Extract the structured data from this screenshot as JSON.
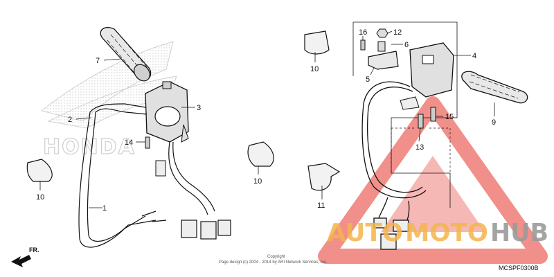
{
  "callouts": {
    "c1": "1",
    "c2": "2",
    "c3": "3",
    "c4": "4",
    "c5": "5",
    "c6": "6",
    "c7": "7",
    "c9": "9",
    "c10a": "10",
    "c10b": "10",
    "c10c": "10",
    "c11": "11",
    "c12": "12",
    "c13": "13",
    "c14": "14",
    "c15": "15",
    "c16": "16"
  },
  "direction": "FR.",
  "copyright_line1": "Copyright",
  "copyright_line2": "Page design (c) 2004 - 2014 by ARI Network Services, Inc.",
  "part_code": "MCSPF0300B",
  "watermark": {
    "part1": "AUTO",
    "part2": "MOTO",
    "part3": "HUB"
  },
  "background_brand": "HONDA",
  "colors": {
    "watermark_red": "#e5332a",
    "watermark_orange": "#f3b54a",
    "watermark_gray": "#9a9a9a",
    "line": "#111111"
  }
}
